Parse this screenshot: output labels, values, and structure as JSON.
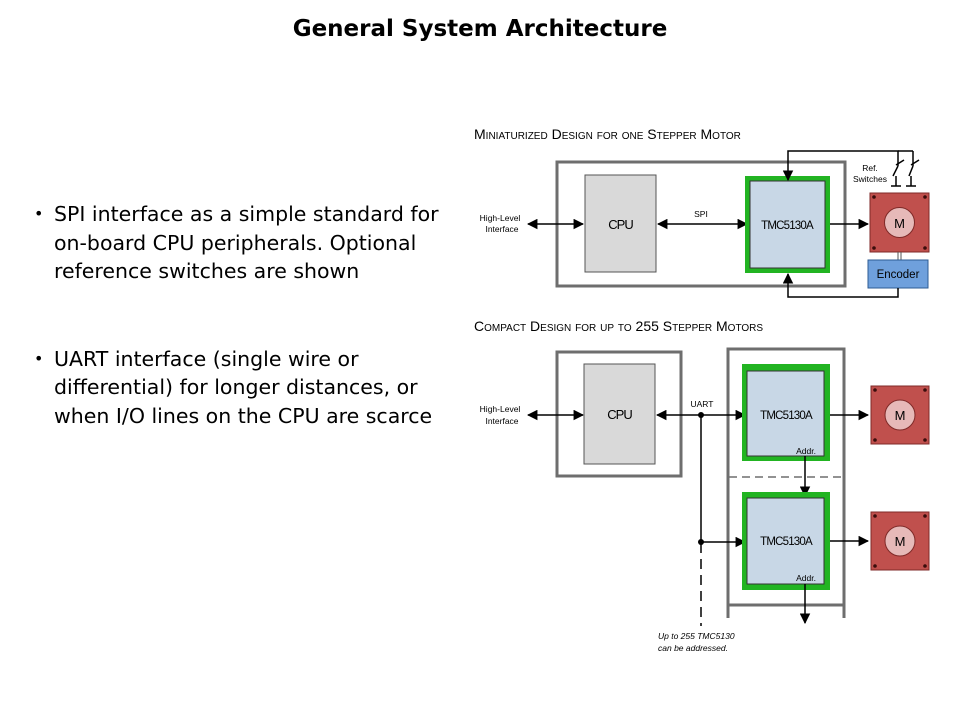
{
  "slide": {
    "title": "General System Architecture",
    "bullets": [
      "SPI interface as a simple standard for on-board CPU peripherals. Optional reference switches are shown",
      "UART interface (single wire or differential) for longer distances, or when I/O lines on the CPU are scarce"
    ]
  },
  "diagram_top": {
    "heading": "Miniaturized Design for one Stepper Motor",
    "high_level_line1": "High-Level",
    "high_level_line2": "Interface",
    "cpu": "CPU",
    "bus": "SPI",
    "driver": "TMC5130A",
    "ref_line1": "Ref.",
    "ref_line2": "Switches",
    "motor": "M",
    "encoder": "Encoder"
  },
  "diagram_bottom": {
    "heading": "Compact Design for up to 255 Stepper Motors",
    "high_level_line1": "High-Level",
    "high_level_line2": "Interface",
    "cpu": "CPU",
    "bus": "UART",
    "driver1": "TMC5130A",
    "addr1": "Addr.",
    "driver2": "TMC5130A",
    "addr2": "Addr.",
    "motor1": "M",
    "motor2": "M",
    "note_line1": "Up to 255 TMC5130",
    "note_line2": "can be addressed."
  },
  "colors": {
    "chip_green": "#22b422",
    "chip_fill": "#c8d7e6",
    "cpu_fill": "#d9d9d9",
    "motor_fill": "#c0504d",
    "motor_circle": "#e6b9b8",
    "encoder_fill": "#6fa0dc"
  }
}
